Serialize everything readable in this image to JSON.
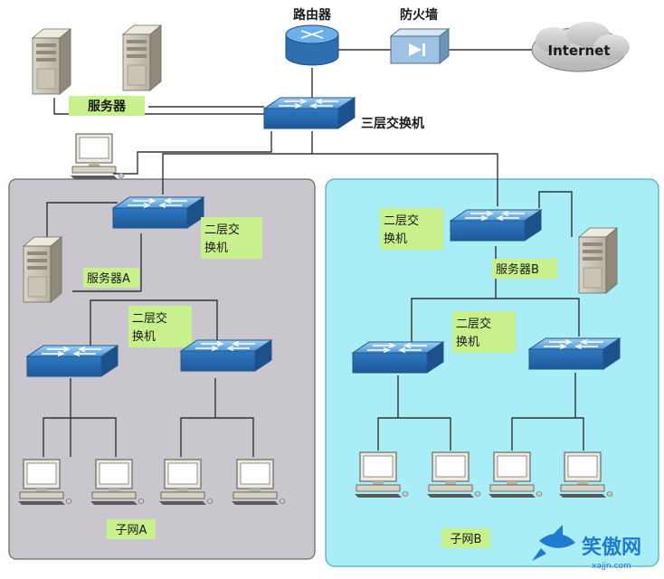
{
  "labels": {
    "router": "路由器",
    "firewall": "防火墙",
    "internet": "Internet",
    "servers": "服务器",
    "l3_switch": "三层交换机",
    "l2_switch_a_line1": "二层交",
    "l2_switch_a_line2": "换机",
    "server_a": "服务器A",
    "l2_sub_a_line1": "二层交",
    "l2_sub_a_line2": "换机",
    "subnet_a": "子网A",
    "l2_switch_b_line1": "二层交",
    "l2_switch_b_line2": "换机",
    "server_b": "服务器B",
    "l2_sub_b_line1": "二层交",
    "l2_sub_b_line2": "换机",
    "subnet_b": "子网B",
    "watermark_brand": "笑傲网",
    "watermark_url": "xajjn.com"
  },
  "colors": {
    "subnet_a_fill": "#c9c6cd",
    "subnet_b_fill": "#a9eef7",
    "switch_fill": "#3d86c8",
    "label_tag": "#c8f08c"
  }
}
